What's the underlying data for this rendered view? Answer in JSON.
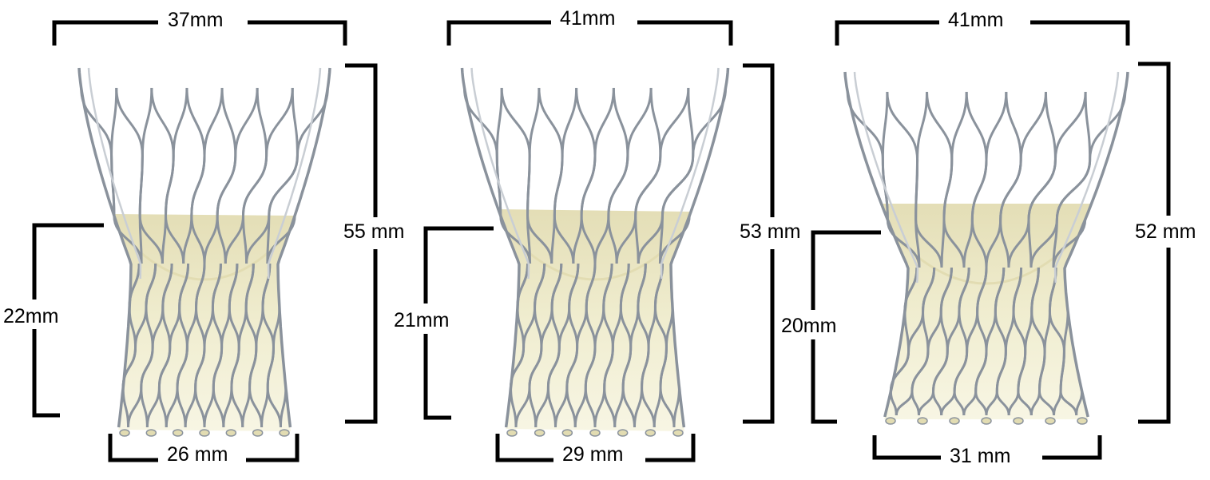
{
  "valves": [
    {
      "id": "valve-1",
      "top_width": "37mm",
      "height": "55 mm",
      "skirt_height": "22mm",
      "inflow_width": "26 mm"
    },
    {
      "id": "valve-2",
      "top_width": "41mm",
      "height": "53 mm",
      "skirt_height": "21mm",
      "inflow_width": "29 mm"
    },
    {
      "id": "valve-3",
      "top_width": "41mm",
      "height": "52 mm",
      "skirt_height": "20mm",
      "inflow_width": "31 mm"
    }
  ],
  "colors": {
    "frame": "#8a929c",
    "frame_highlight": "#c9ced4",
    "tissue": "#efeccd",
    "tissue_shade": "#e2dcb2",
    "dimension_line": "#000000"
  }
}
